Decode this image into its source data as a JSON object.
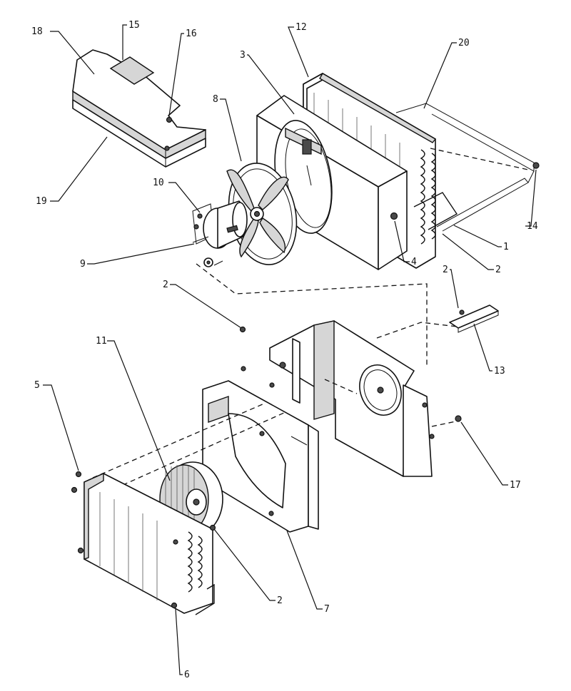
{
  "callouts": [
    {
      "id": "c18",
      "text": "18"
    },
    {
      "id": "c15",
      "text": "15"
    },
    {
      "id": "c16",
      "text": "16"
    },
    {
      "id": "c12",
      "text": "12"
    },
    {
      "id": "c20",
      "text": "20"
    },
    {
      "id": "c3",
      "text": "3"
    },
    {
      "id": "c8",
      "text": "8"
    },
    {
      "id": "c19",
      "text": "19"
    },
    {
      "id": "c10",
      "text": "10"
    },
    {
      "id": "c9",
      "text": "9"
    },
    {
      "id": "c4",
      "text": "4"
    },
    {
      "id": "c1",
      "text": "1"
    },
    {
      "id": "c2a",
      "text": "2"
    },
    {
      "id": "c14",
      "text": "14"
    },
    {
      "id": "c2b",
      "text": "2"
    },
    {
      "id": "c2c",
      "text": "2"
    },
    {
      "id": "c13",
      "text": "13"
    },
    {
      "id": "c11",
      "text": "11"
    },
    {
      "id": "c5",
      "text": "5"
    },
    {
      "id": "c17",
      "text": "17"
    },
    {
      "id": "c2d",
      "text": "2"
    },
    {
      "id": "c7",
      "text": "7"
    },
    {
      "id": "c6",
      "text": "6"
    }
  ]
}
